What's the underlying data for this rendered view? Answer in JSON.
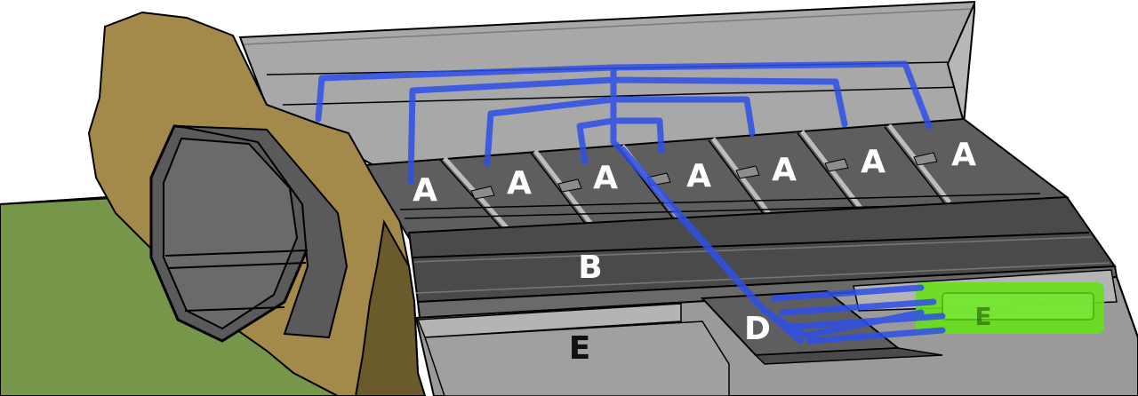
{
  "labels": {
    "cars": [
      "A",
      "A",
      "A",
      "A",
      "A",
      "A",
      "A"
    ],
    "band": "B",
    "drive": "D",
    "energy_store_left": "E",
    "energy_store_right": "E"
  },
  "colors": {
    "roof": "#a8a8a8",
    "car": "#5e5e5e",
    "band": "#4a4a4a",
    "lower_wall": "#9a9a9a",
    "rock": "#a3894a",
    "rock_shadow": "#6b5a2c",
    "grass": "#76964a",
    "tube": "#5a5a5a",
    "wiring": "#2f4fe8",
    "highlight": "#66e01a",
    "label": "#ffffff",
    "label_dark": "#111111"
  }
}
